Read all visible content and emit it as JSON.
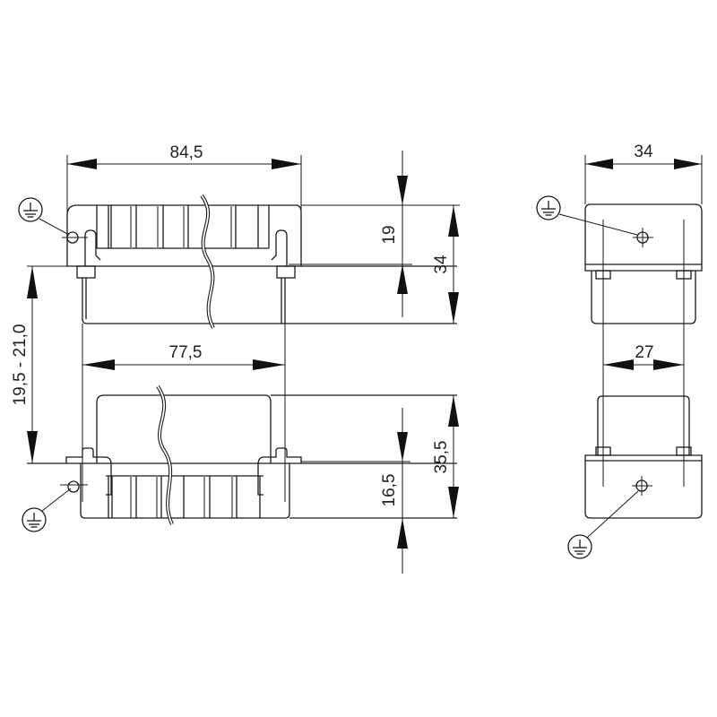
{
  "drawing": {
    "type": "technical-dimension-drawing",
    "subject": "connector housing pair (hood + base), front and side view",
    "units": "mm"
  },
  "front_view": {
    "dimensions": {
      "overall_width": "84,5",
      "inner_width": "77,5",
      "mating_gap": "19,5 - 21,0",
      "upper_height_total": "34",
      "upper_height_partial": "19",
      "lower_height_total": "35,5",
      "lower_height_partial": "16,5"
    },
    "symbols": {
      "upper_ground": "protective-earth",
      "lower_ground": "protective-earth"
    }
  },
  "side_view": {
    "dimensions": {
      "overall_depth": "34",
      "inner_depth": "27"
    },
    "symbols": {
      "upper_ground": "protective-earth",
      "lower_ground": "protective-earth"
    }
  },
  "colors": {
    "line": "#1a1a1a",
    "hatch": "#8a8a8a",
    "background": "#ffffff"
  }
}
